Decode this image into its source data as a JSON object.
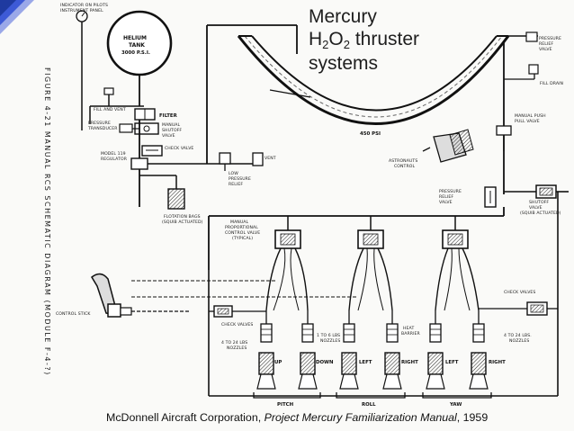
{
  "slide": {
    "title_line1": "Mercury",
    "title_h": "H",
    "title_sub1": "2",
    "title_o": "O",
    "title_sub2": "2",
    "title_rest": " thruster",
    "title_line3": "systems",
    "caption_prefix": "McDonnell Aircraft Corporation, ",
    "caption_italic": "Project Mercury Familiarization Manual",
    "caption_suffix": ", 1959",
    "accent_colors": [
      "#1f3aa0",
      "#3d5ad6",
      "#9aa8e8"
    ]
  },
  "diagram": {
    "side_text": "FIGURE 4-21 MANUAL RCS SCHEMATIC DIAGRAM (MODULE F-4-?)",
    "labels": {
      "indicator": "INDICATOR ON PILOTS",
      "instrument_panel": "INSTRUMENT PANEL",
      "helium": "HELIUM",
      "tank": "TANK",
      "psi": "3000 P.S.I.",
      "fill_vent": "FILL AND VENT",
      "filter": "FILTER",
      "pressure": "PRESSURE",
      "transducer": "TRANSDUCER",
      "manual": "MANUAL",
      "shutoff": "SHUTOFF",
      "valve": "VALVE",
      "check_valve": "CHECK VALVE",
      "model_reg": "MODEL 119",
      "regulator": "REGULATOR",
      "vent": "VENT",
      "low": "LOW",
      "pressure2": "PRESSURE",
      "relief": "RELIEF",
      "flotation": "FLOTATION BAGS",
      "squib": "(SQUIB ACTUATED)",
      "ring_psi": "450 PSI",
      "astronauts": "ASTRONAUTS",
      "control": "CONTROL",
      "pressure_relief_tr": "PRESSURE",
      "relief_tr": "RELIEF",
      "valve_tr": "VALVE",
      "fill_drain": "FILL DRAIN",
      "manual_push": "MANUAL PUSH",
      "pull_valve": "PULL VALVE",
      "pr_relief": "PRESSURE",
      "pr_relief2": "RELIEF",
      "pr_valve": "VALVE",
      "shutoff_r": "SHUTOFF",
      "valve_r": "VALVE",
      "squib_r": "(SQUIB ACTUATED)",
      "manual_prop": "MANUAL",
      "proportional": "PROPORTIONAL",
      "control_valve": "CONTROL VALVE",
      "typical": "(TYPICAL)",
      "check_valves_r": "CHECK VALVES",
      "control_stick": "CONTROL STICK",
      "check_valves_l": "CHECK VALVES",
      "lbs1": "4 TO 24 LBS",
      "nozzles1": "NOZZLES",
      "lbs2": "1 TO 6 LBS",
      "nozzles2": "NOZZLES",
      "heat": "HEAT",
      "barrier": "BARRIER",
      "lbs3": "4 TO 24 LBS.",
      "nozzles3": "NOZZLES",
      "up": "UP",
      "down": "DOWN",
      "left1": "LEFT",
      "right1": "RIGHT",
      "left2": "LEFT",
      "right2": "RIGHT",
      "pitch": "PITCH",
      "roll": "ROLL",
      "yaw": "YAW"
    }
  }
}
